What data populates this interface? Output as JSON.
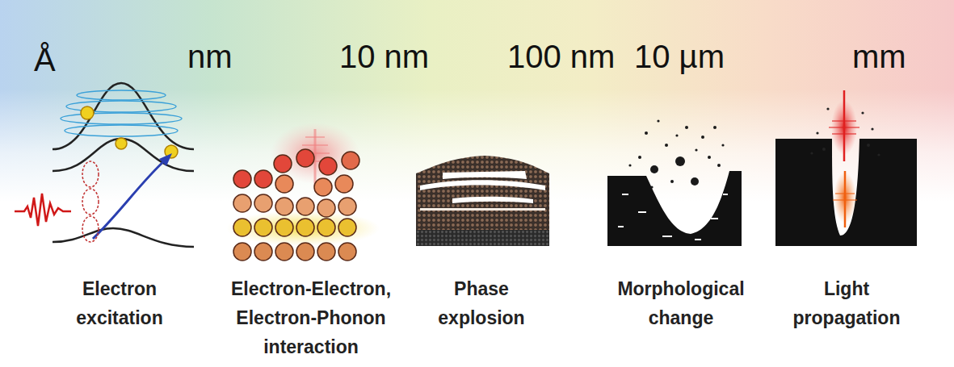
{
  "diagram": {
    "labels": [
      "Å",
      "nm",
      "10 nm",
      "100 nm",
      "10 µm",
      "mm",
      "Electron excitation",
      "Electron-Electron, Electron-Phonon interaction",
      "Phase explosion",
      "Morphological change",
      "Light propagation"
    ]
  }
}
